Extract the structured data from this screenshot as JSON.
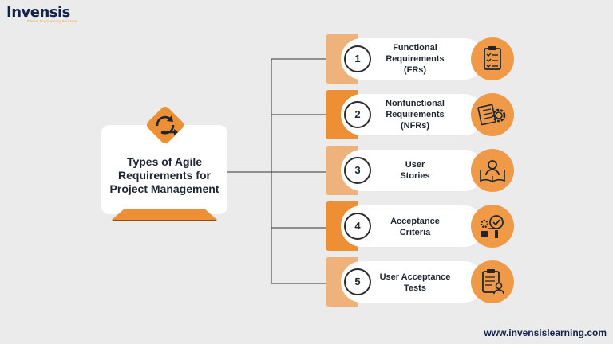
{
  "brand": {
    "name": "Invensis",
    "tagline": "Global Outsourcing Services",
    "website": "www.invensislearning.com"
  },
  "center": {
    "title_lines": [
      "Types of Agile",
      "Requirements for",
      "Project Management"
    ],
    "icon": "agile-cycle-icon"
  },
  "items": [
    {
      "number": "1",
      "label_lines": [
        "Functional",
        "Requirements",
        "(FRs)"
      ],
      "icon": "clipboard-checklist-icon",
      "tab_color": "#efb27a"
    },
    {
      "number": "2",
      "label_lines": [
        "Nonfunctional",
        "Requirements",
        "(NFRs)"
      ],
      "icon": "documents-gear-icon",
      "tab_color": "#ec8f35"
    },
    {
      "number": "3",
      "label_lines": [
        "User",
        "Stories"
      ],
      "icon": "user-book-icon",
      "tab_color": "#efb27a"
    },
    {
      "number": "4",
      "label_lines": [
        "Acceptance",
        "Criteria"
      ],
      "icon": "gears-checkmark-icon",
      "tab_color": "#ec8f35"
    },
    {
      "number": "5",
      "label_lines": [
        "User Acceptance",
        "Tests"
      ],
      "icon": "clipboard-user-icon",
      "tab_color": "#efb27a"
    }
  ],
  "colors": {
    "accent": "#f09a48",
    "accent_dark": "#ec8f35",
    "accent_light": "#efb27a",
    "text": "#1f2630",
    "brand_navy": "#14224a",
    "background": "#ebebeb"
  }
}
